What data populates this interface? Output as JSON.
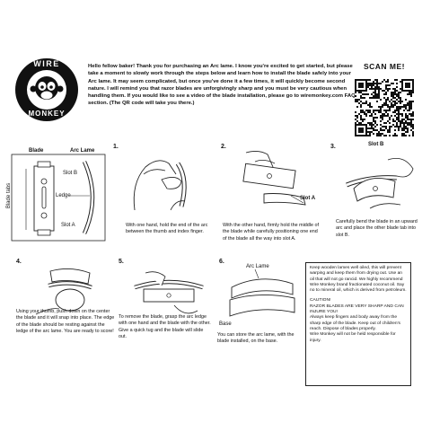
{
  "logo": {
    "top_text": "WIRE",
    "bottom_text": "MONKEY"
  },
  "intro": {
    "text": "Hello fellow baker! Thank you for purchasing an Arc lame. I know you're excited to get started, but please take a moment to slowly work through the steps below and learn how to install the blade safely into your Arc lame. It may seem complicated, but once you've done it a few times, it will quickly become second nature. I will remind you that razor blades are unforgivingly sharp and you must be very cautious when handling them. If you would like to see a video of the blade installation, please go to wiremonkey.com FAQ section. (The QR code will take you there.)"
  },
  "scan_me": "SCAN ME!",
  "diagram": {
    "blade_title": "Blade",
    "lame_title": "Arc Lame",
    "blade_tabs": "Blade tabs",
    "slot_b": "Slot B",
    "ledge": "Ledge",
    "slot_a": "Slot A"
  },
  "steps": [
    {
      "num": "1.",
      "caption": "With one hand, hold the end of the arc between the thumb and index finger."
    },
    {
      "num": "2.",
      "caption": "With the other hand, firmly hold the middle of the blade while carefully positioning one end of the blade all the way into slot A.",
      "label": "Slot A"
    },
    {
      "num": "3.",
      "caption": "Carefully bend the blade in an upward arc and place the other blade tab into slot B.",
      "label": "Slot B"
    },
    {
      "num": "4.",
      "caption": "Using your thumb, push down on the center the blade and it will snap into place. The edge of the blade should be resting against the ledge of the arc lame. You are ready to score!"
    },
    {
      "num": "5.",
      "caption": "To remove the blade, grasp the arc ledge with one hand and the blade with the other. Give a quick tug and the blade will slide out."
    },
    {
      "num": "6.",
      "caption": "You can store the arc lame, with the blade installed, on the base.",
      "label_top": "Arc Lame",
      "label_bottom": "Base"
    }
  ],
  "care_note": {
    "paragraph": "Keep wooden lames well oiled, this will prevent warping and keep them from drying out. Use an oil that will not go rancid. We highly recommend Wire Monkey brand fractionated coconut oil. Say no to mineral oil, which is derived from petroleum.",
    "caution": [
      "CAUTION!",
      "RAZOR BLADES ARE VERY SHARP AND CAN INJURE YOU!",
      "Always keep fingers and body away from the sharp edge of the blade. Keep out of children's reach. Dispose of blades properly.",
      "Wire Monkey will not be held responsible for injury."
    ]
  }
}
